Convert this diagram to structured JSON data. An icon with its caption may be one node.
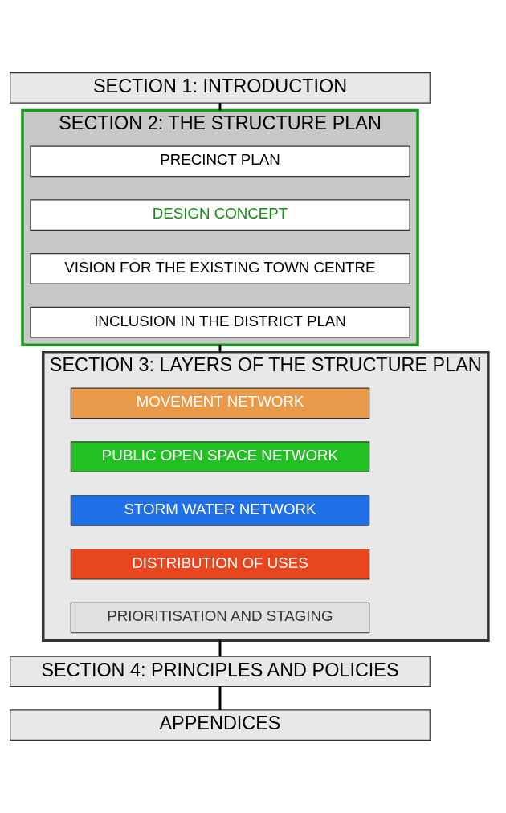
{
  "diagram": {
    "nodes": [
      {
        "text": [
          "SECTION 1: INTRODUCTION"
        ]
      },
      {
        "text": [
          "SECTION 2: THE STRUCTURE PLAN"
        ]
      },
      {
        "text": [
          "PRECINCT PLAN"
        ],
        "in": 1
      },
      {
        "text": [
          "DESIGN CONCEPT"
        ],
        "in": 1
      },
      {
        "text": [
          "VISION FOR THE EXISTING TOWN CENTRE"
        ],
        "in": 1
      },
      {
        "text": [
          "INCLUSION IN THE DISTRICT PLAN"
        ],
        "in": 1
      },
      {
        "text": [
          "SECTION 3: LAYERS OF THE STRUCTURE PLAN"
        ]
      },
      {
        "text": [
          "MOVEMENT NETWORK"
        ],
        "in": 6
      },
      {
        "text": [
          "PUBLIC OPEN SPACE NETWORK"
        ],
        "in": 6
      },
      {
        "text": [
          "STORM WATER NETWORK"
        ],
        "in": 6
      },
      {
        "text": [
          "DISTRIBUTION OF USES"
        ],
        "in": 6
      },
      {
        "text": [
          "PRIORITISATION AND STAGING"
        ],
        "in": 6
      },
      {
        "text": [
          "SECTION 4: PRINCIPLES AND POLICIES"
        ]
      },
      {
        "text": [
          "APPENDICES"
        ]
      }
    ],
    "edges": [
      {
        "from": 0,
        "to": 1,
        "arrow": "none"
      },
      {
        "from": 1,
        "to": 6,
        "arrow": "none"
      },
      {
        "from": 6,
        "to": 12,
        "arrow": "none"
      },
      {
        "from": 12,
        "to": 13,
        "arrow": "none"
      }
    ]
  }
}
